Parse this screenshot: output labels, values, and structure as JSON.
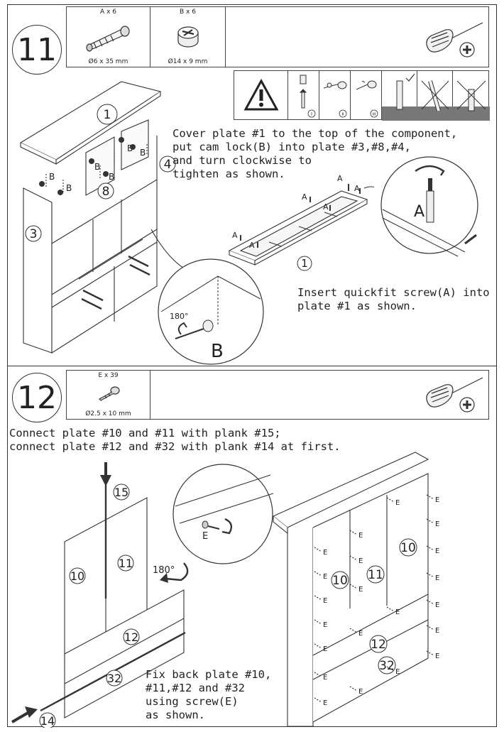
{
  "step11": {
    "number": "11",
    "parts": [
      {
        "qty": "A x 6",
        "size": "Ø6 x 35 mm",
        "icon": "quickfit-screw-icon"
      },
      {
        "qty": "B x 6",
        "size": "Ø14 x 9 mm",
        "icon": "cam-lock-icon"
      }
    ],
    "tool_icon": "phillips-screwdriver-icon",
    "warning_panel": {
      "roman": [
        "I",
        "II",
        "III"
      ]
    },
    "instruction_cam": [
      "Cover plate #1 to the top of the component,",
      "put cam lock(B) into plate #3,#8,#4,",
      "and turn clockwise to",
      "tighten as shown."
    ],
    "instruction_screw": [
      "Insert quickfit screw(A) into",
      "plate #1 as shown."
    ],
    "labels": {
      "plate1": "1",
      "plate3": "3",
      "plate4": "4",
      "plate8": "8",
      "cam": "B",
      "screw": "A",
      "angle": "180°"
    }
  },
  "step12": {
    "number": "12",
    "parts": [
      {
        "qty": "E x 39",
        "size": "Ø2.5 x 10 mm",
        "icon": "wood-screw-icon"
      }
    ],
    "tool_icon": "phillips-screwdriver-icon",
    "instruction_connect": [
      "Connect plate #10 and #11 with plank #15;",
      "connect plate #12 and #32 with plank #14 at first."
    ],
    "instruction_fix": [
      "Fix back plate #10,",
      "#11,#12 and #32",
      "using screw(E)",
      "as shown."
    ],
    "labels": {
      "plank15": "15",
      "plank14": "14",
      "plate10": "10",
      "plate11": "11",
      "plate12": "12",
      "plate32": "32",
      "screw": "E",
      "angle": "180°"
    }
  }
}
